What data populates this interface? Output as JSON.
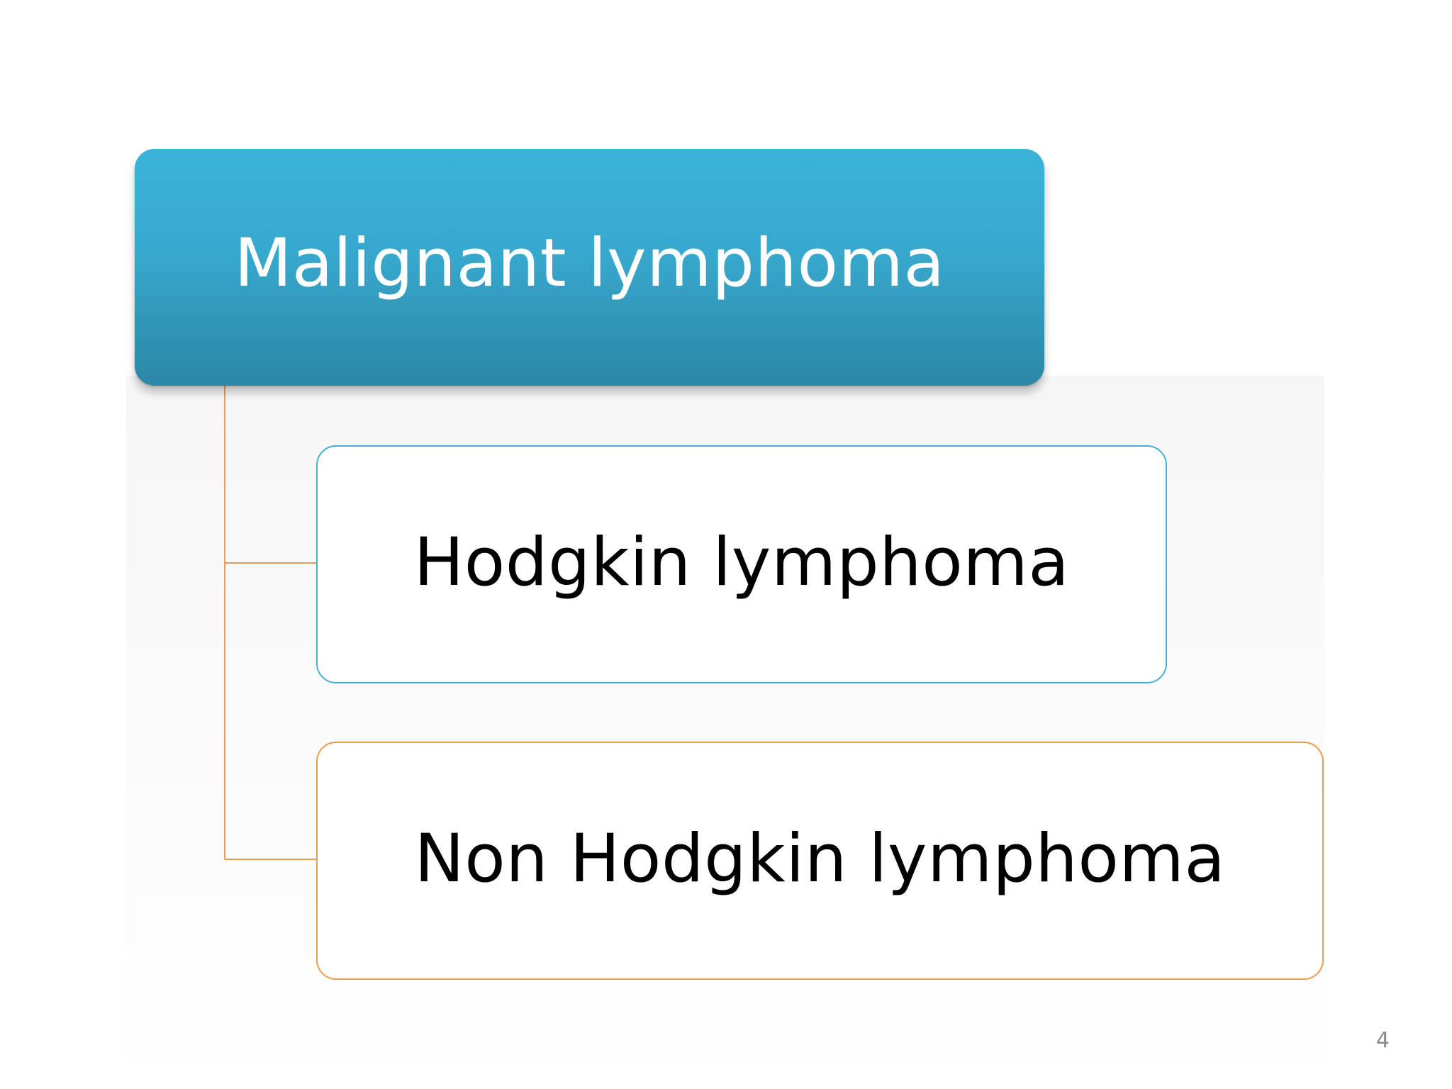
{
  "diagram": {
    "root": {
      "label": "Malignant lymphoma"
    },
    "children": [
      {
        "label": "Hodgkin lymphoma",
        "border_color": "#4aaed2"
      },
      {
        "label": "Non Hodgkin lymphoma",
        "border_color": "#ef9a4d"
      }
    ],
    "connector_color": "#ef9a4d",
    "root_color": "#37a8cd"
  },
  "footer": {
    "page_number": "4"
  }
}
